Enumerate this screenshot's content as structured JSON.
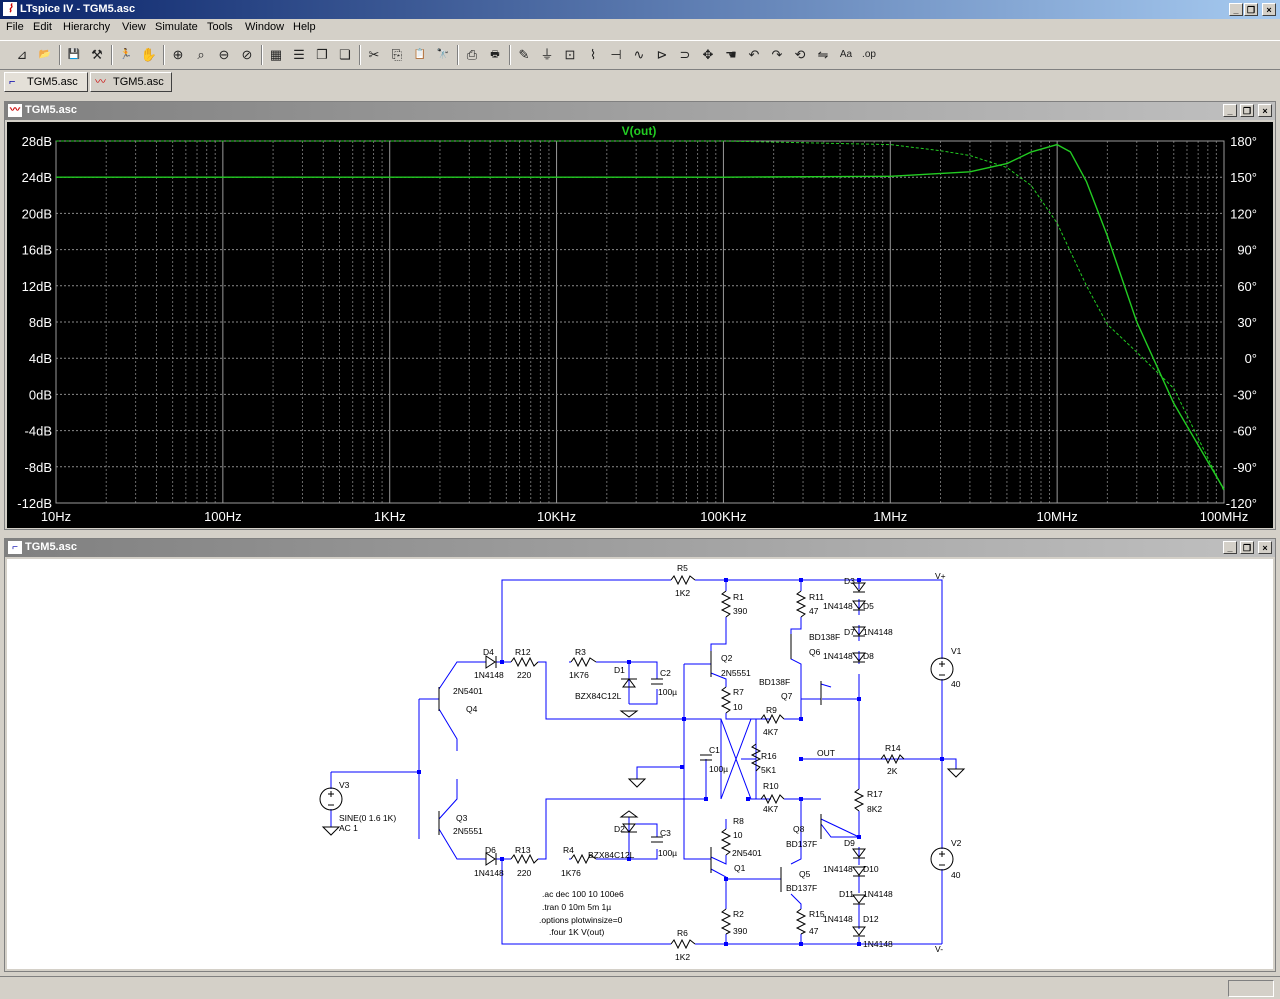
{
  "app": {
    "title": "LTspice IV - TGM5.asc",
    "icon": "ltspice-logo-icon"
  },
  "window_controls": {
    "minimize": "_",
    "restore": "❐",
    "close": "×"
  },
  "menu": [
    "File",
    "Edit",
    "Hierarchy",
    "View",
    "Simulate",
    "Tools",
    "Window",
    "Help"
  ],
  "toolbar": [
    {
      "name": "new-schematic-icon",
      "glyph": "⊿"
    },
    {
      "name": "open-icon",
      "glyph": "📂"
    },
    {
      "name": "save-icon",
      "glyph": "💾"
    },
    {
      "name": "control-panel-icon",
      "glyph": "⚒"
    },
    {
      "name": "run-icon",
      "glyph": "🏃"
    },
    {
      "name": "halt-icon",
      "glyph": "✋"
    },
    {
      "name": "zoom-in-icon",
      "glyph": "⊕"
    },
    {
      "name": "pan-icon",
      "glyph": "⌕"
    },
    {
      "name": "zoom-out-icon",
      "glyph": "⊖"
    },
    {
      "name": "zoom-cancel-icon",
      "glyph": "⊘"
    },
    {
      "name": "autorange-icon",
      "glyph": "▦"
    },
    {
      "name": "tile-horizontal-icon",
      "glyph": "☰"
    },
    {
      "name": "cascade-icon",
      "glyph": "❐"
    },
    {
      "name": "tile-vertical-icon",
      "glyph": "❏"
    },
    {
      "name": "cut-icon",
      "glyph": "✂"
    },
    {
      "name": "copy-icon",
      "glyph": "⎘"
    },
    {
      "name": "paste-icon",
      "glyph": "📋"
    },
    {
      "name": "find-icon",
      "glyph": "🔭"
    },
    {
      "name": "print-preview-icon",
      "glyph": "⎙"
    },
    {
      "name": "print-icon",
      "glyph": "🖶"
    },
    {
      "name": "draw-wire-icon",
      "glyph": "✎"
    },
    {
      "name": "ground-icon",
      "glyph": "⏚"
    },
    {
      "name": "label-net-icon",
      "glyph": "⊡"
    },
    {
      "name": "resistor-icon",
      "glyph": "⌇"
    },
    {
      "name": "capacitor-icon",
      "glyph": "⊣"
    },
    {
      "name": "inductor-icon",
      "glyph": "∿"
    },
    {
      "name": "diode-icon",
      "glyph": "⊳"
    },
    {
      "name": "component-icon",
      "glyph": "⊃"
    },
    {
      "name": "move-icon",
      "glyph": "✥"
    },
    {
      "name": "drag-icon",
      "glyph": "☚"
    },
    {
      "name": "undo-icon",
      "glyph": "↶"
    },
    {
      "name": "redo-icon",
      "glyph": "↷"
    },
    {
      "name": "rotate-icon",
      "glyph": "⟲"
    },
    {
      "name": "mirror-icon",
      "glyph": "⇋"
    },
    {
      "name": "text-icon",
      "glyph": "Aa"
    },
    {
      "name": "spice-directive-icon",
      "glyph": ".op"
    }
  ],
  "tabs": [
    {
      "label": "TGM5.asc",
      "icon": "schematic-tab-icon"
    },
    {
      "label": "TGM5.asc",
      "icon": "waveform-tab-icon"
    }
  ],
  "plot_window": {
    "title": "TGM5.asc",
    "icon": "waveform-window-icon"
  },
  "schematic_window": {
    "title": "TGM5.asc",
    "icon": "schematic-window-icon"
  },
  "colors": {
    "plot_bg": "#000000",
    "trace": "#22cc22",
    "grid": "#808080",
    "axis_text": "#ffffff",
    "wire": "#0000ff",
    "component": "#000080",
    "window_bg": "#d4d0c8"
  },
  "chart_data": {
    "type": "line",
    "title": "V(out)",
    "xscale": "log",
    "xlim": [
      10,
      100000000
    ],
    "ylim": [
      -12,
      28
    ],
    "y2lim": [
      -120,
      180
    ],
    "x_tick_labels": [
      "10Hz",
      "100Hz",
      "1KHz",
      "10KHz",
      "100KHz",
      "1MHz",
      "10MHz",
      "100MHz"
    ],
    "y_tick_labels": [
      "28dB",
      "24dB",
      "20dB",
      "16dB",
      "12dB",
      "8dB",
      "4dB",
      "0dB",
      "-4dB",
      "-8dB",
      "-12dB"
    ],
    "y2_tick_labels": [
      "180°",
      "150°",
      "120°",
      "90°",
      "60°",
      "30°",
      "0°",
      "-30°",
      "-60°",
      "-90°",
      "-120°"
    ],
    "grid": true,
    "series": [
      {
        "name": "V(out)",
        "quantity": "magnitude (dB)",
        "style": "solid",
        "x": [
          10,
          100,
          1000,
          10000,
          100000,
          1000000,
          3000000,
          5000000,
          7000000,
          10000000,
          12000000,
          15000000,
          20000000,
          30000000,
          50000000,
          100000000
        ],
        "y": [
          24,
          24,
          24,
          24,
          24,
          24.1,
          24.6,
          25.5,
          26.8,
          27.6,
          26.8,
          23.5,
          17.5,
          8,
          -1,
          -10.5
        ]
      },
      {
        "name": "V(out)",
        "quantity": "phase (deg)",
        "style": "dashed",
        "x": [
          10,
          100,
          1000,
          10000,
          100000,
          1000000,
          2000000,
          3000000,
          5000000,
          7000000,
          10000000,
          15000000,
          20000000,
          30000000,
          50000000,
          100000000
        ],
        "y": [
          180,
          180,
          180,
          180,
          180,
          177,
          172,
          168,
          158,
          143,
          112,
          60,
          28,
          5,
          -25,
          -110
        ]
      }
    ]
  },
  "schematic": {
    "labels": {
      "R5": "R5",
      "R5v": "1K2",
      "R1": "R1",
      "R1v": "390",
      "R11": "R11",
      "R11v": "47",
      "D3": "D3",
      "D3v": "1N4148",
      "D5": "D5",
      "D7": "D7",
      "D7v": "1N4148",
      "D8": "D8",
      "D8v": "1N4148",
      "Vplus": "V+",
      "V1": "V1",
      "V1v": "40",
      "Q6m": "BD138F",
      "Q6": "Q6",
      "Q7m": "BD138F",
      "Q7": "Q7",
      "Q2": "Q2",
      "Q2m": "2N5551",
      "D4": "D4",
      "D4v": "1N4148",
      "R12": "R12",
      "R12v": "220",
      "R3": "R3",
      "R3v": "1K76",
      "D1": "D1",
      "D1v": "BZX84C12L",
      "C2": "C2",
      "C2v": "100µ",
      "Q4m": "2N5401",
      "Q4": "Q4",
      "R7": "R7",
      "R7v": "10",
      "R9": "R9",
      "R9v": "4K7",
      "C1": "C1",
      "C1v": "100µ",
      "R16": "R16",
      "R16v": "5K1",
      "OUT": "OUT",
      "R14": "R14",
      "R14v": "2K",
      "V3": "V3",
      "V3s": "SINE(0 1.6 1K)",
      "V3a": "AC 1",
      "R10": "R10",
      "R10v": "4K7",
      "R17": "R17",
      "R17v": "8K2",
      "Q3": "Q3",
      "Q3m": "2N5551",
      "D2": "D2",
      "D2v": "BZX84C12L",
      "C3": "C3",
      "C3v": "100µ",
      "R8": "R8",
      "R8v": "10",
      "Q8": "Q8",
      "Q8m": "BD137F",
      "D9": "D9",
      "D9v": "1N4148",
      "D10": "D10",
      "V2": "V2",
      "V2v": "40",
      "D6": "D6",
      "D6v": "1N4148",
      "R13": "R13",
      "R13v": "220",
      "R4": "R4",
      "R4v": "1K76",
      "Q1m": "2N5401",
      "Q1": "Q1",
      "Q5": "Q5",
      "Q5m": "BD137F",
      "D11": "D11",
      "D11v": "1N4148",
      "D12": "D12",
      "R15": "R15",
      "R15v": "47",
      "D12v": "1N4148",
      "R2": "R2",
      "R2v": "390",
      "R6": "R6",
      "R6v": "1K2",
      "Vminus": "V-"
    },
    "directives": [
      ".ac dec 100 10 100e6",
      ".tran 0 10m 5m 1µ",
      ".options plotwinsize=0",
      ".four 1K V(out)"
    ]
  }
}
